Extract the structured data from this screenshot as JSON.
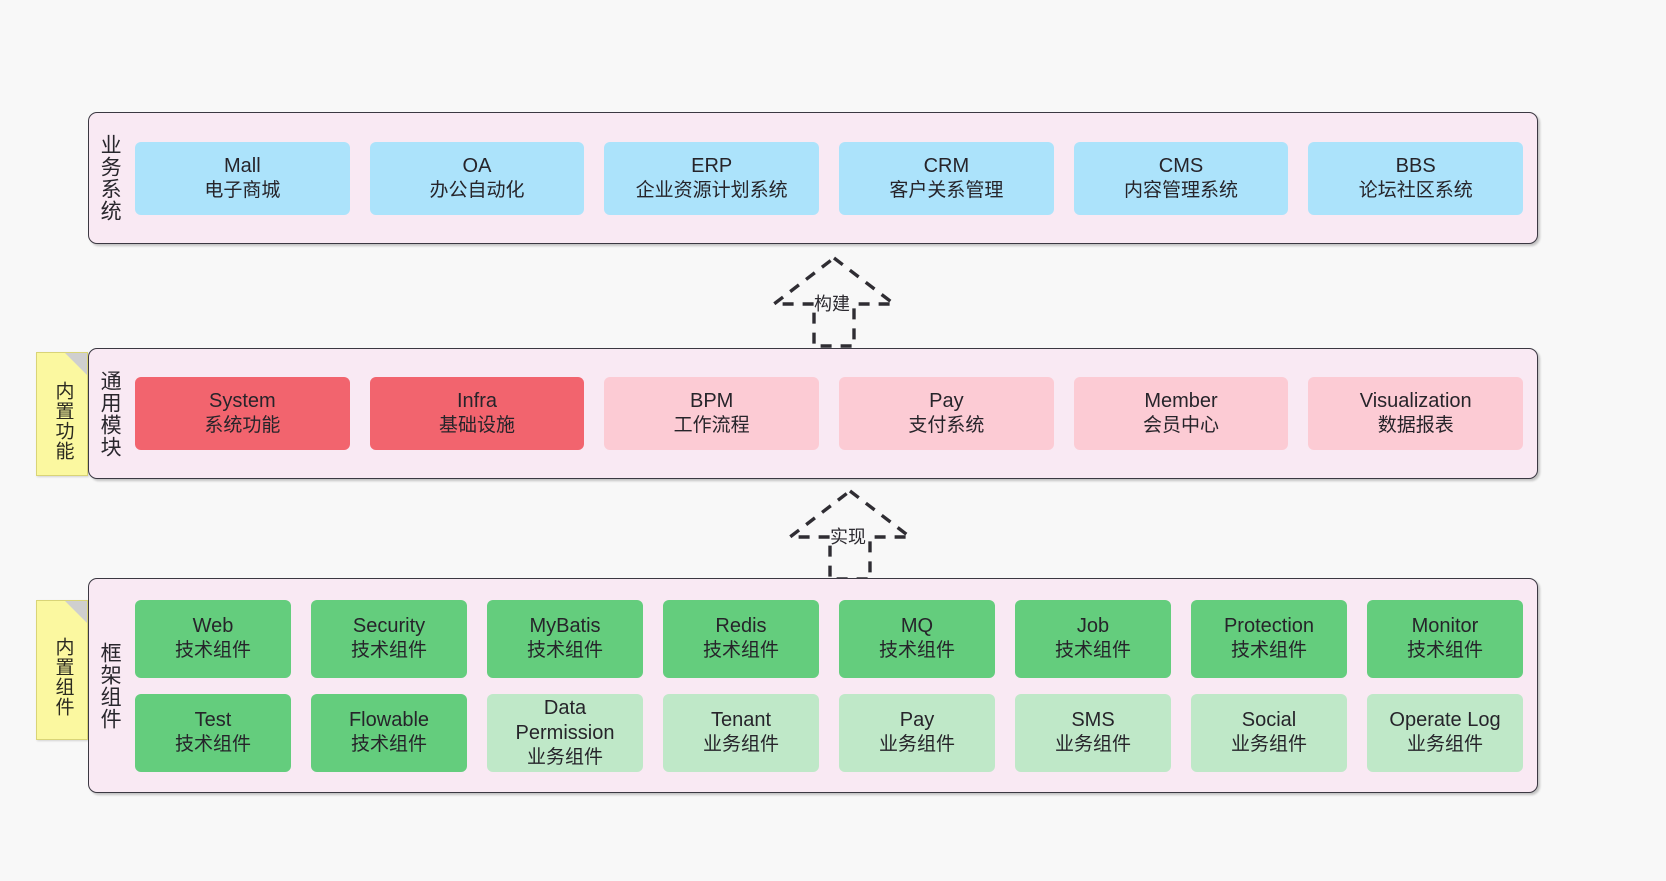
{
  "layers": [
    {
      "id": "business",
      "title": "业务系统",
      "rows": [
        {
          "cards": [
            {
              "en": "Mall",
              "cn": "电子商城",
              "color": "c-blue"
            },
            {
              "en": "OA",
              "cn": "办公自动化",
              "color": "c-blue"
            },
            {
              "en": "ERP",
              "cn": "企业资源计划系统",
              "color": "c-blue"
            },
            {
              "en": "CRM",
              "cn": "客户关系管理",
              "color": "c-blue"
            },
            {
              "en": "CMS",
              "cn": "内容管理系统",
              "color": "c-blue"
            },
            {
              "en": "BBS",
              "cn": "论坛社区系统",
              "color": "c-blue"
            }
          ]
        }
      ]
    },
    {
      "id": "common",
      "title": "通用模块",
      "rows": [
        {
          "cards": [
            {
              "en": "System",
              "cn": "系统功能",
              "color": "c-red"
            },
            {
              "en": "Infra",
              "cn": "基础设施",
              "color": "c-red"
            },
            {
              "en": "BPM",
              "cn": "工作流程",
              "color": "c-pink"
            },
            {
              "en": "Pay",
              "cn": "支付系统",
              "color": "c-pink"
            },
            {
              "en": "Member",
              "cn": "会员中心",
              "color": "c-pink"
            },
            {
              "en": "Visualization",
              "cn": "数据报表",
              "color": "c-pink"
            }
          ]
        }
      ]
    },
    {
      "id": "framework",
      "title": "框架组件",
      "rows": [
        {
          "cards": [
            {
              "en": "Web",
              "cn": "技术组件",
              "color": "c-green"
            },
            {
              "en": "Security",
              "cn": "技术组件",
              "color": "c-green"
            },
            {
              "en": "MyBatis",
              "cn": "技术组件",
              "color": "c-green"
            },
            {
              "en": "Redis",
              "cn": "技术组件",
              "color": "c-green"
            },
            {
              "en": "MQ",
              "cn": "技术组件",
              "color": "c-green"
            },
            {
              "en": "Job",
              "cn": "技术组件",
              "color": "c-green"
            },
            {
              "en": "Protection",
              "cn": "技术组件",
              "color": "c-green"
            },
            {
              "en": "Monitor",
              "cn": "技术组件",
              "color": "c-green"
            }
          ]
        },
        {
          "cards": [
            {
              "en": "Test",
              "cn": "技术组件",
              "color": "c-green"
            },
            {
              "en": "Flowable",
              "cn": "技术组件",
              "color": "c-green"
            },
            {
              "en": "Data Permission",
              "cn": "业务组件",
              "color": "c-lightgreen"
            },
            {
              "en": "Tenant",
              "cn": "业务组件",
              "color": "c-lightgreen"
            },
            {
              "en": "Pay",
              "cn": "业务组件",
              "color": "c-lightgreen"
            },
            {
              "en": "SMS",
              "cn": "业务组件",
              "color": "c-lightgreen"
            },
            {
              "en": "Social",
              "cn": "业务组件",
              "color": "c-lightgreen"
            },
            {
              "en": "Operate Log",
              "cn": "业务组件",
              "color": "c-lightgreen"
            }
          ]
        }
      ]
    }
  ],
  "notes": [
    {
      "id": "note-common",
      "label": "内置功能"
    },
    {
      "id": "note-framework",
      "label": "内置组件"
    }
  ],
  "arrows": [
    {
      "id": "arrow-build",
      "label": "构建"
    },
    {
      "id": "arrow-impl",
      "label": "实现"
    }
  ],
  "colors": {
    "canvas_background": "#f8f8f8",
    "layer_background": "#f9e9f3",
    "layer_border": "#3b3842",
    "business_card": "#ace3fb",
    "common_core_card": "#f2646e",
    "common_card": "#fccbd4",
    "framework_tech_card": "#64cd7d",
    "framework_biz_card": "#bfe8c8",
    "note_background": "#fbf8a0",
    "note_fold": "#cfcfcf",
    "text": "#26242a",
    "arrow_stroke": "#2f2d33"
  }
}
